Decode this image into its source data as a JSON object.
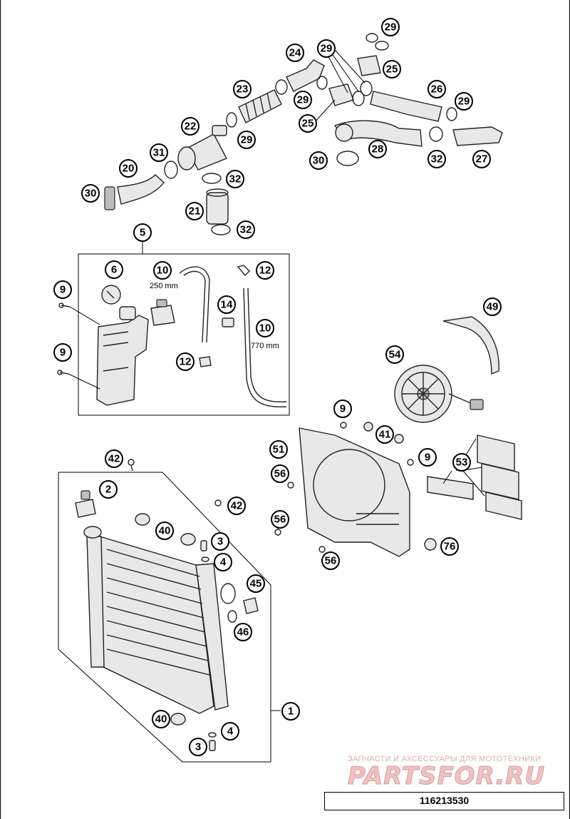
{
  "drawing_number": "116213530",
  "watermark": {
    "tagline": "ЗАПЧАСТИ И АКСЕССУАРЫ ДЛЯ МОТОТЕХНИКИ",
    "logo": "PARTSFOR.RU"
  },
  "dimensions": {
    "hose_short": "250 mm",
    "hose_long": "770 mm"
  },
  "callouts": {
    "c29a": "29",
    "c25a": "25",
    "c29b": "29",
    "c24": "24",
    "c26": "26",
    "c29c": "29",
    "c23": "23",
    "c29d": "29",
    "c25b": "25",
    "c22": "22",
    "c29e": "29",
    "c28": "28",
    "c32a": "32",
    "c27": "27",
    "c31": "31",
    "c30a": "30",
    "c20": "20",
    "c30b": "30",
    "c32b": "32",
    "c21": "21",
    "c32c": "32",
    "c5": "5",
    "c6": "6",
    "c10a": "10",
    "c12a": "12",
    "c9a": "9",
    "c14": "14",
    "c10b": "10",
    "c9b": "9",
    "c12b": "12",
    "c49": "49",
    "c54": "54",
    "c9c": "9",
    "c41": "41",
    "c51": "51",
    "c9d": "9",
    "c53": "53",
    "c42a": "42",
    "c2": "2",
    "c56a": "56",
    "c42b": "42",
    "c40a": "40",
    "c3a": "3",
    "c56b": "56",
    "c4a": "4",
    "c76": "76",
    "c56c": "56",
    "c45": "45",
    "c46": "46",
    "c1": "1",
    "c40b": "40",
    "c4b": "4",
    "c3b": "3"
  }
}
